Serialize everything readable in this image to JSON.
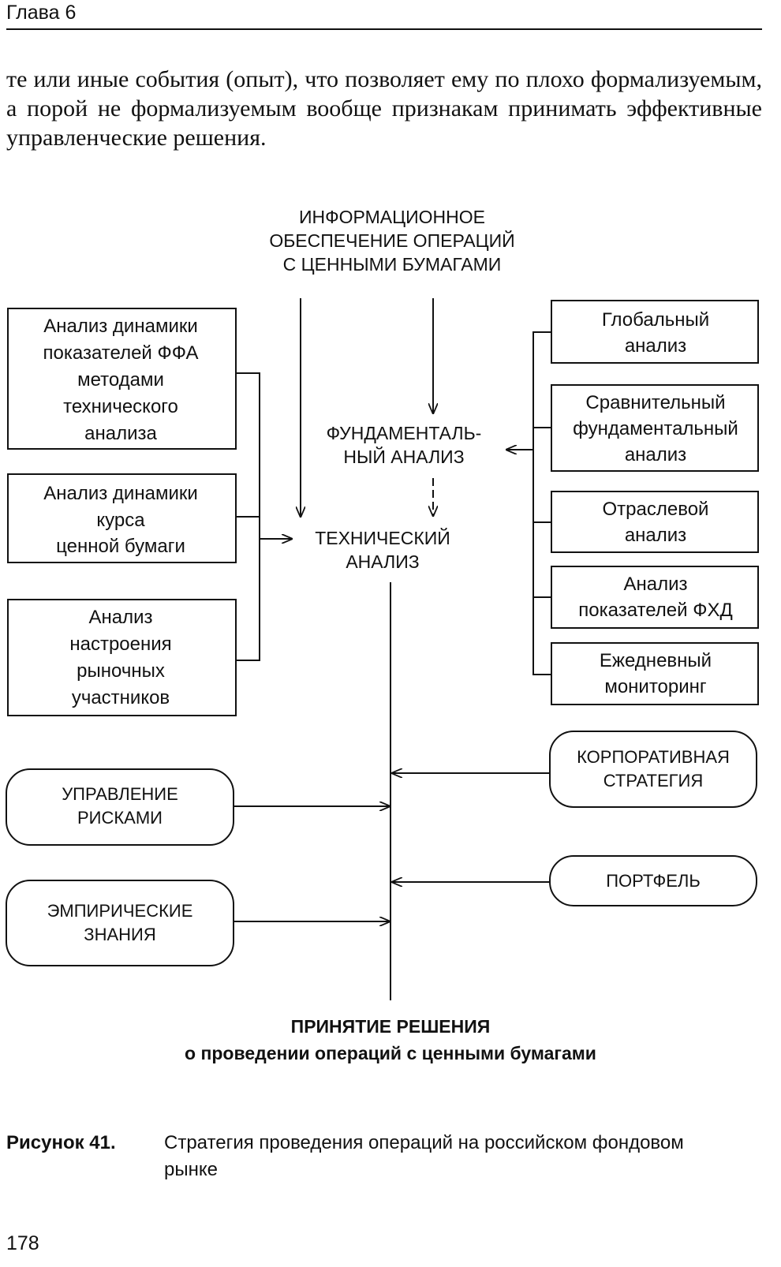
{
  "header": {
    "chapter": "Глава 6",
    "page_number": "178"
  },
  "body_text": "те или иные события (опыт), что позволяет ему по плохо формализуемым, а порой не формализуемым вообще признакам принимать эффективные управленческие решения.",
  "diagram": {
    "info_support": [
      "ИНФОРМАЦИОННОЕ",
      "ОБЕСПЕЧЕНИЕ ОПЕРАЦИЙ",
      "С ЦЕННЫМИ БУМАГАМИ"
    ],
    "fundamental_analysis": [
      "ФУНДАМЕНТАЛЬ-",
      "НЫЙ АНАЛИЗ"
    ],
    "technical_analysis": [
      "ТЕХНИЧЕСКИЙ",
      "АНАЛИЗ"
    ],
    "left_boxes": [
      {
        "lines": [
          "Анализ динамики",
          "показателей ФФА",
          "методами",
          "технического",
          "анализа"
        ]
      },
      {
        "lines": [
          "Анализ динамики",
          "курса",
          "ценной бумаги"
        ]
      },
      {
        "lines": [
          "Анализ",
          "настроения",
          "рыночных",
          "участников"
        ]
      }
    ],
    "right_boxes": [
      {
        "lines": [
          "Глобальный",
          "анализ"
        ]
      },
      {
        "lines": [
          "Сравнительный",
          "фундаментальный",
          "анализ"
        ]
      },
      {
        "lines": [
          "Отраслевой",
          "анализ"
        ]
      },
      {
        "lines": [
          "Анализ",
          "показателей ФХД"
        ]
      },
      {
        "lines": [
          "Ежедневный",
          "мониторинг"
        ]
      }
    ],
    "risk_management": [
      "УПРАВЛЕНИЕ",
      "РИСКАМИ"
    ],
    "empirical_knowledge": [
      "ЭМПИРИЧЕСКИЕ",
      "ЗНАНИЯ"
    ],
    "corporate_strategy": [
      "КОРПОРАТИВНАЯ",
      "СТРАТЕГИЯ"
    ],
    "portfolio": [
      "ПОРТФЕЛЬ"
    ],
    "decision": [
      "ПРИНЯТИЕ РЕШЕНИЯ",
      "о проведении операций с ценными бумагами"
    ]
  },
  "caption": {
    "label": "Рисунок 41.",
    "text": "Стратегия проведения операций на российском фондовом рынке"
  }
}
